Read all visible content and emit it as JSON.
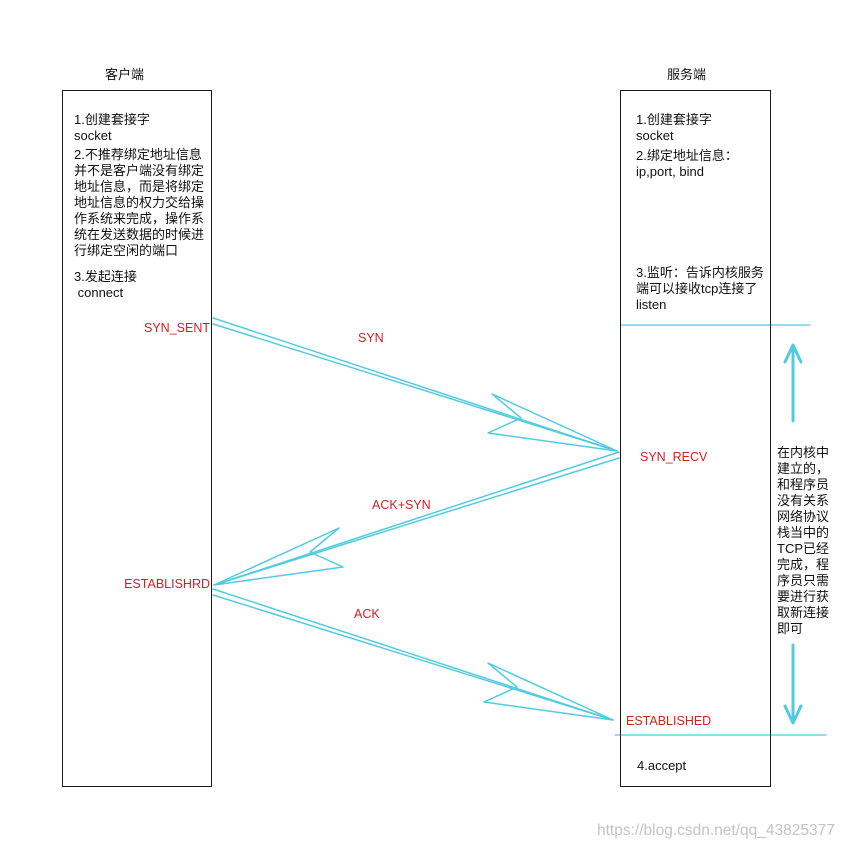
{
  "colors": {
    "accent": "#52cbe0",
    "state": "#cc2222",
    "text": "#111111",
    "border": "#1a1a1a",
    "watermark": "#c4c4c4"
  },
  "client": {
    "title": "客户端",
    "steps": [
      {
        "lines": [
          "1.创建套接字",
          "socket"
        ]
      },
      {
        "lines": [
          "2.不推荐绑定地址信息",
          "并不是客户端没有绑定",
          "地址信息，而是将绑定",
          "地址信息的权力交给操",
          "作系统来完成，操作系",
          "统在发送数据的时候进",
          "行绑定空闲的端口"
        ]
      },
      {
        "lines": [
          "3.发起连接",
          " connect"
        ]
      }
    ]
  },
  "server": {
    "title": "服务端",
    "steps": [
      {
        "lines": [
          "1.创建套接字",
          "socket"
        ]
      },
      {
        "lines": [
          "2.绑定地址信息：",
          "ip,port, bind"
        ]
      },
      {
        "lines": [
          "3.监听：告诉内核服务",
          "端可以接收tcp连接了",
          "listen"
        ]
      }
    ],
    "accept": "4.accept"
  },
  "states": {
    "syn_sent": "SYN_SENT",
    "syn_recv": "SYN_RECV",
    "client_established": "ESTABLISHRD",
    "server_established": "ESTABLISHED"
  },
  "messages": {
    "syn": "SYN",
    "ack_syn": "ACK+SYN",
    "ack": "ACK"
  },
  "note": {
    "lines": [
      "在内核中",
      "建立的，",
      "和程序员",
      "没有关系",
      "网络协议",
      "栈当中的",
      "TCP已经",
      "完成，程",
      "序员只需",
      "要进行获",
      "取新连接",
      "即可"
    ]
  },
  "watermark": "https://blog.csdn.net/qq_43825377"
}
